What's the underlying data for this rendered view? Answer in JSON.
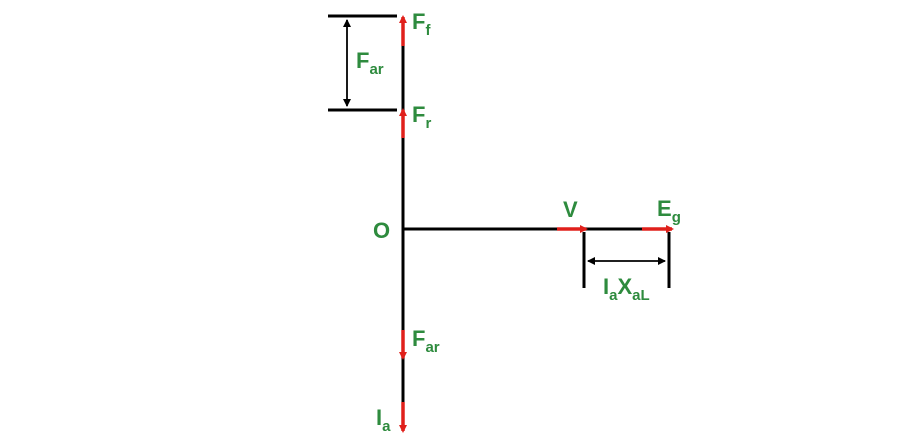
{
  "diagram": {
    "colors": {
      "line": "#000000",
      "arrow": "#e0201b",
      "label": "#2e8b3e"
    },
    "labels": {
      "origin": "O",
      "ff": {
        "main": "F",
        "sub": "f"
      },
      "fr": {
        "main": "F",
        "sub": "r"
      },
      "far_bracket": {
        "main": "F",
        "sub": "ar"
      },
      "far_phasor": {
        "main": "F",
        "sub": "ar"
      },
      "ia": {
        "main": "I",
        "sub": "a"
      },
      "v": "V",
      "eg": {
        "main": "E",
        "sub": "g"
      },
      "drop": {
        "main1": "I",
        "sub1": "a",
        "main2": "X",
        "sub2": "aL"
      }
    }
  }
}
